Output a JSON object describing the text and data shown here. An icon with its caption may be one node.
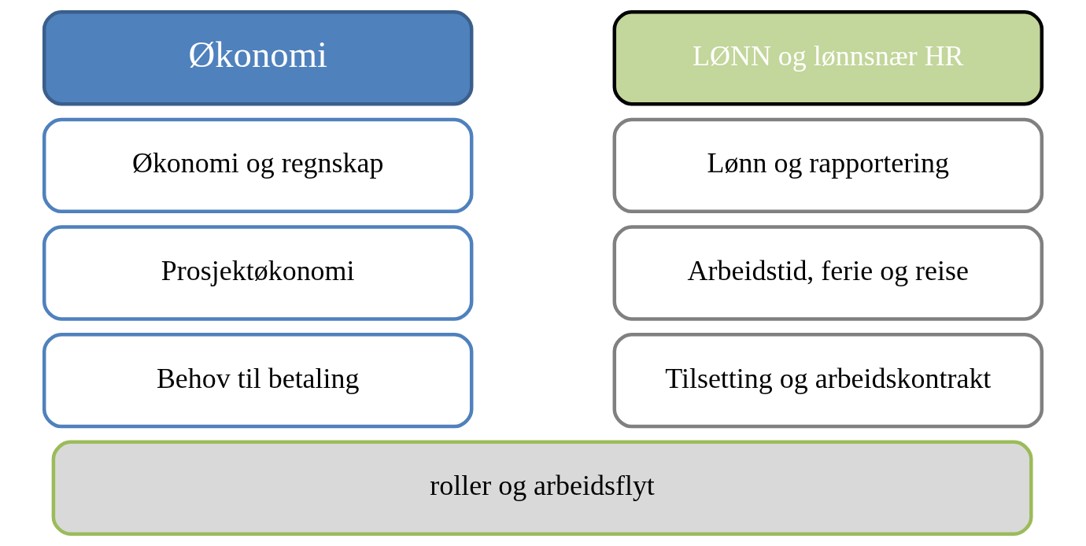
{
  "diagram": {
    "nodes": [
      {
        "text": [
          "Økonomi"
        ]
      },
      {
        "text": [
          "Økonomi og regnskap"
        ]
      },
      {
        "text": [
          "Prosjektøkonomi"
        ]
      },
      {
        "text": [
          "Behov til betaling"
        ]
      },
      {
        "text": [
          "LØNN og lønnsnær HR"
        ]
      },
      {
        "text": [
          "Lønn og rapportering"
        ]
      },
      {
        "text": [
          "Arbeidstid, ferie og reise"
        ]
      },
      {
        "text": [
          "Tilsetting og arbeidskontrakt"
        ]
      },
      {
        "text": [
          "roller og arbeidsflyt"
        ]
      }
    ],
    "edges": []
  }
}
